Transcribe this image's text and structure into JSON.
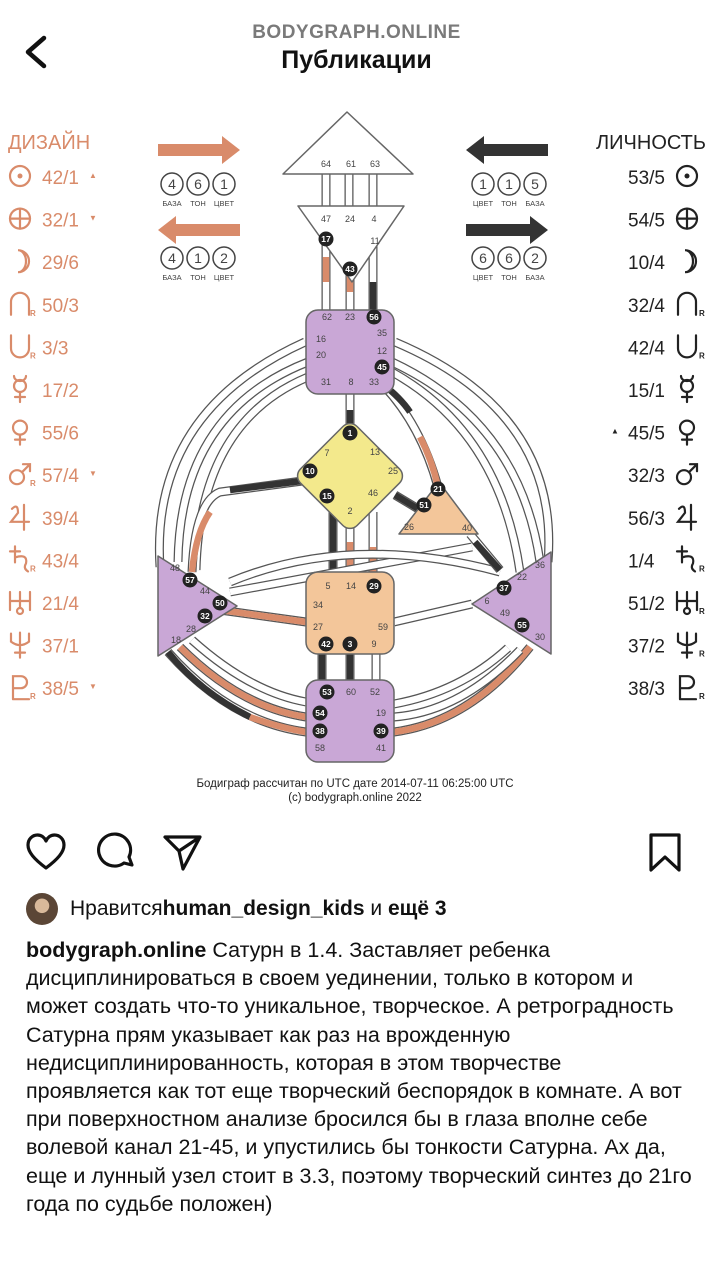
{
  "header": {
    "account": "BODYGRAPH.ONLINE",
    "title": "Публикации"
  },
  "bodygraph": {
    "design_title": "ДИЗАЙН",
    "personality_title": "ЛИЧНОСТЬ",
    "design_rows": [
      {
        "planet": "sun-icon",
        "value": "42/1",
        "mark": "▲"
      },
      {
        "planet": "earth-icon",
        "value": "32/1",
        "mark": "▼"
      },
      {
        "planet": "moon-icon",
        "value": "29/6",
        "mark": ""
      },
      {
        "planet": "north-node-icon",
        "value": "50/3",
        "mark": ""
      },
      {
        "planet": "south-node-icon",
        "value": "3/3",
        "mark": ""
      },
      {
        "planet": "mercury-icon",
        "value": "17/2",
        "mark": ""
      },
      {
        "planet": "venus-icon",
        "value": "55/6",
        "mark": ""
      },
      {
        "planet": "mars-icon",
        "value": "57/4",
        "mark": "▼"
      },
      {
        "planet": "jupiter-icon",
        "value": "39/4",
        "mark": ""
      },
      {
        "planet": "saturn-icon",
        "value": "43/4",
        "mark": ""
      },
      {
        "planet": "uranus-icon",
        "value": "21/4",
        "mark": ""
      },
      {
        "planet": "neptune-icon",
        "value": "37/1",
        "mark": ""
      },
      {
        "planet": "pluto-icon",
        "value": "38/5",
        "mark": "▼"
      }
    ],
    "personality_rows": [
      {
        "planet": "sun-icon",
        "value": "53/5",
        "mark": ""
      },
      {
        "planet": "earth-icon",
        "value": "54/5",
        "mark": ""
      },
      {
        "planet": "moon-icon",
        "value": "10/4",
        "mark": ""
      },
      {
        "planet": "north-node-icon",
        "value": "32/4",
        "mark": ""
      },
      {
        "planet": "south-node-icon",
        "value": "42/4",
        "mark": ""
      },
      {
        "planet": "mercury-icon",
        "value": "15/1",
        "mark": ""
      },
      {
        "planet": "venus-icon",
        "value": "45/5",
        "mark": "▲"
      },
      {
        "planet": "mars-icon",
        "value": "32/3",
        "mark": ""
      },
      {
        "planet": "jupiter-icon",
        "value": "56/3",
        "mark": ""
      },
      {
        "planet": "saturn-icon",
        "value": "1/4",
        "mark": ""
      },
      {
        "planet": "uranus-icon",
        "value": "51/2",
        "mark": ""
      },
      {
        "planet": "neptune-icon",
        "value": "37/2",
        "mark": ""
      },
      {
        "planet": "pluto-icon",
        "value": "38/3",
        "mark": ""
      }
    ],
    "retro_mark": "R",
    "variables": {
      "left_top": {
        "digits": [
          "4",
          "6",
          "1"
        ],
        "labels": [
          "БАЗА",
          "ТОН",
          "ЦВЕТ"
        ]
      },
      "left_bottom": {
        "digits": [
          "4",
          "1",
          "2"
        ],
        "labels": [
          "БАЗА",
          "ТОН",
          "ЦВЕТ"
        ]
      },
      "right_top": {
        "digits": [
          "1",
          "1",
          "5"
        ],
        "labels": [
          "ЦВЕТ",
          "ТОН",
          "БАЗА"
        ]
      },
      "right_bottom": {
        "digits": [
          "6",
          "6",
          "2"
        ],
        "labels": [
          "ЦВЕТ",
          "ТОН",
          "БАЗА"
        ]
      }
    },
    "footer_line1": "Бодиграф рассчитан по UTC дате 2014-07-11 06:25:00 UTC",
    "footer_line2": "(c) bodygraph.online 2022",
    "colors": {
      "design": "#d98b6a",
      "personality": "#333333",
      "head": "#ffffff",
      "throat": "#c9a7d6",
      "g": "#f3e98c",
      "ego": "#f3c69a",
      "sacral": "#f3c69a",
      "root": "#c9a7d6",
      "spleen": "#c9a7d6",
      "solar": "#c9a7d6"
    }
  },
  "actions": {
    "like": "heart-icon",
    "comment": "comment-icon",
    "share": "send-icon",
    "save": "bookmark-icon"
  },
  "likes": {
    "prefix": "Нравится ",
    "user": "human_design_kids",
    "middle": " и ",
    "more": "ещё 3"
  },
  "caption": {
    "author": "bodygraph.online",
    "text": " Сатурн в 1.4. Заставляет ребенка дисциплинироваться в своем уединении, только в котором и может создать что-то уникальное, творческое. А ретроградность Сатурна прям указывает как раз на врожденную недисциплинированность, которая в этом творчестве проявляется как тот еще творческий беспорядок в комнате. А вот при поверхностном анализе бросился бы в глаза вполне себе волевой канал 21-45, и упустились бы тонкости Сатурна. Ах да, еще и лунный узел стоит в 3.3, поэтому творческий синтез до 21го года по судьбе положен)"
  }
}
